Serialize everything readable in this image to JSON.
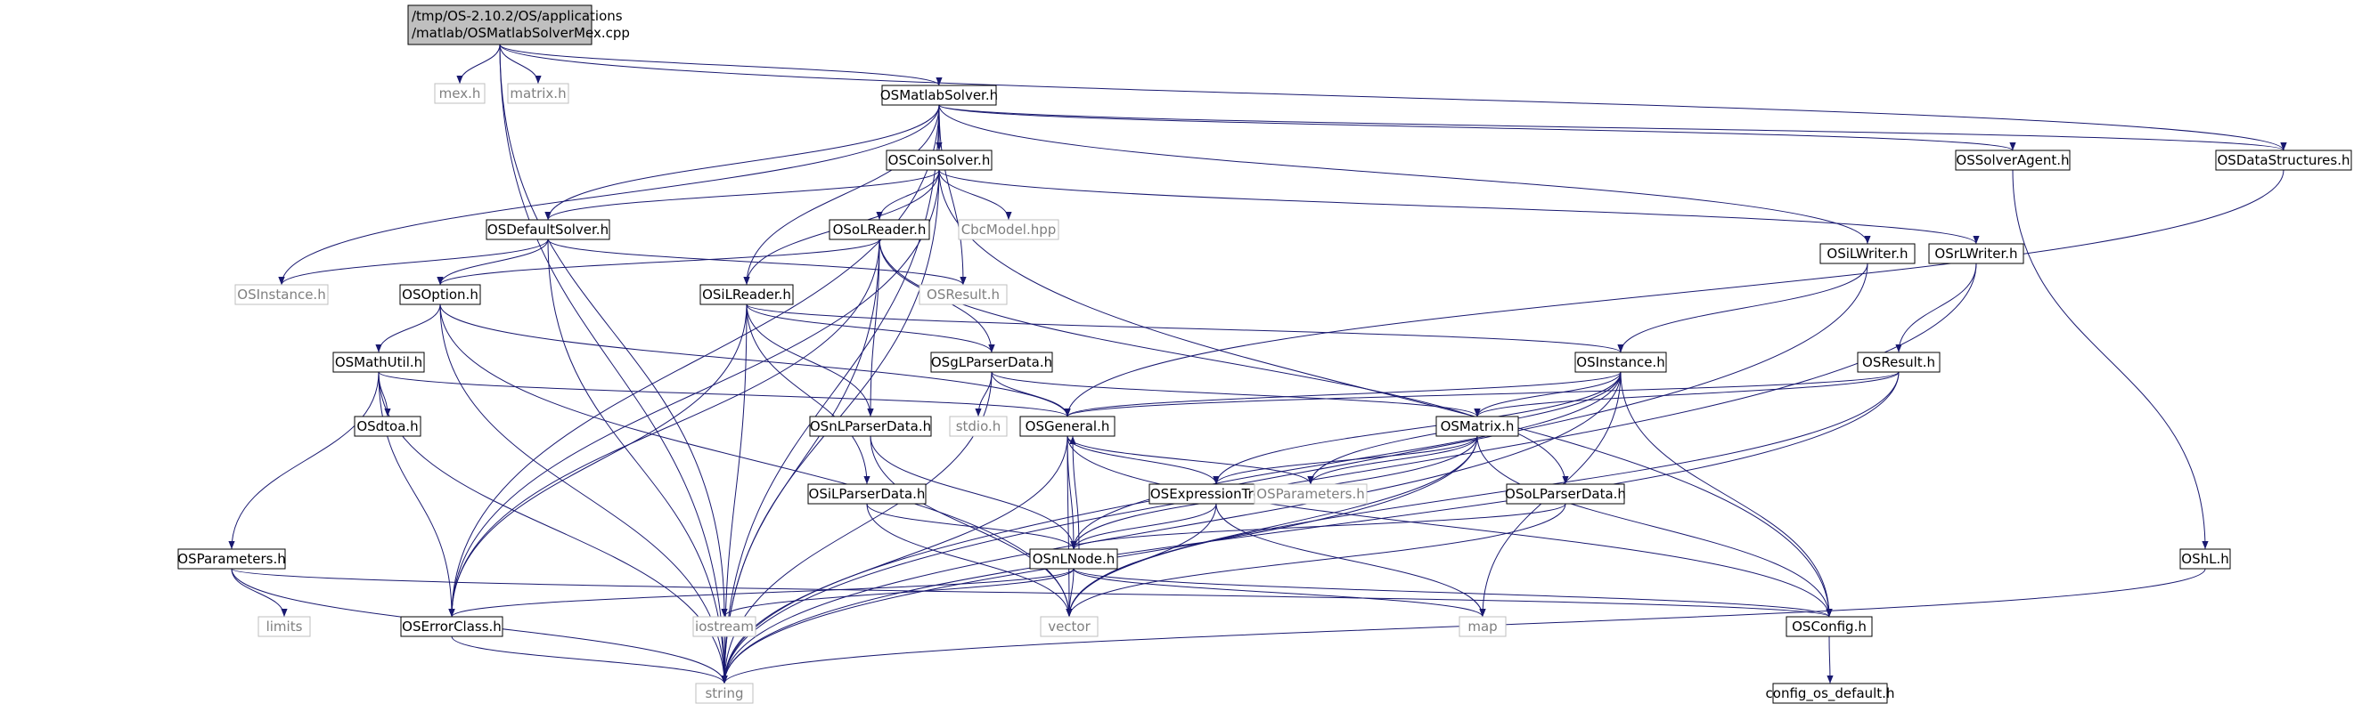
{
  "root_label": [
    "/tmp/OS-2.10.2/OS/applications",
    "/matlab/OSMatlabSolverMex.cpp"
  ],
  "colors": {
    "edge": "#191970",
    "node_border": "#000000",
    "system_header_border": "#bfbfbf",
    "system_header_text": "#7f7f7f",
    "root_fill": "#bfbfbf"
  },
  "nodes": [
    {
      "id": "root",
      "label": "/tmp/OS-2.10.2/OS/applications/matlab/OSMatlabSolverMex.cpp",
      "kind": "root"
    },
    {
      "id": "mex",
      "label": "mex.h",
      "kind": "system"
    },
    {
      "id": "matrix",
      "label": "matrix.h",
      "kind": "system"
    },
    {
      "id": "OSMatlabSolver",
      "label": "OSMatlabSolver.h",
      "kind": "header"
    },
    {
      "id": "OSDataStructures",
      "label": "OSDataStructures.h",
      "kind": "header"
    },
    {
      "id": "OSCoinSolver",
      "label": "OSCoinSolver.h",
      "kind": "header"
    },
    {
      "id": "OSSolverAgent",
      "label": "OSSolverAgent.h",
      "kind": "header"
    },
    {
      "id": "OSDefaultSolver",
      "label": "OSDefaultSolver.h",
      "kind": "header"
    },
    {
      "id": "OSoLReader",
      "label": "OSoLReader.h",
      "kind": "header"
    },
    {
      "id": "CbcModel",
      "label": "CbcModel.hpp",
      "kind": "system"
    },
    {
      "id": "OSInstance_s",
      "label": "OSInstance.h",
      "kind": "system"
    },
    {
      "id": "OSResult_s",
      "label": "OSResult.h",
      "kind": "system"
    },
    {
      "id": "OSOption",
      "label": "OSOption.h",
      "kind": "header"
    },
    {
      "id": "OSiLReader",
      "label": "OSiLReader.h",
      "kind": "header"
    },
    {
      "id": "OSiLWriter",
      "label": "OSiLWriter.h",
      "kind": "header"
    },
    {
      "id": "OSrLWriter",
      "label": "OSrLWriter.h",
      "kind": "header"
    },
    {
      "id": "OSMathUtil",
      "label": "OSMathUtil.h",
      "kind": "header"
    },
    {
      "id": "OSgLParserData",
      "label": "OSgLParserData.h",
      "kind": "header"
    },
    {
      "id": "OSInstance",
      "label": "OSInstance.h",
      "kind": "header"
    },
    {
      "id": "OSResult",
      "label": "OSResult.h",
      "kind": "header"
    },
    {
      "id": "OSdtoa",
      "label": "OSdtoa.h",
      "kind": "header"
    },
    {
      "id": "OSnLParserData",
      "label": "OSnLParserData.h",
      "kind": "header"
    },
    {
      "id": "stdio",
      "label": "stdio.h",
      "kind": "system"
    },
    {
      "id": "OSGeneral",
      "label": "OSGeneral.h",
      "kind": "header"
    },
    {
      "id": "OSMatrix",
      "label": "OSMatrix.h",
      "kind": "header"
    },
    {
      "id": "OSiLParserData",
      "label": "OSiLParserData.h",
      "kind": "header"
    },
    {
      "id": "OSExpressionTree",
      "label": "OSExpressionTree.h",
      "kind": "header"
    },
    {
      "id": "OSParameters_s",
      "label": "OSParameters.h",
      "kind": "system"
    },
    {
      "id": "OSoLParserData",
      "label": "OSoLParserData.h",
      "kind": "header"
    },
    {
      "id": "OSParameters",
      "label": "OSParameters.h",
      "kind": "header"
    },
    {
      "id": "OSnLNode",
      "label": "OSnLNode.h",
      "kind": "header"
    },
    {
      "id": "OShL",
      "label": "OShL.h",
      "kind": "header"
    },
    {
      "id": "limits",
      "label": "limits",
      "kind": "system"
    },
    {
      "id": "OSErrorClass",
      "label": "OSErrorClass.h",
      "kind": "header"
    },
    {
      "id": "iostream",
      "label": "iostream",
      "kind": "system"
    },
    {
      "id": "vector",
      "label": "vector",
      "kind": "system"
    },
    {
      "id": "map",
      "label": "map",
      "kind": "system"
    },
    {
      "id": "OSConfig",
      "label": "OSConfig.h",
      "kind": "header"
    },
    {
      "id": "string",
      "label": "string",
      "kind": "system"
    },
    {
      "id": "config_os_default",
      "label": "config_os_default.h",
      "kind": "header"
    }
  ],
  "edges": [
    [
      "root",
      "mex"
    ],
    [
      "root",
      "matrix"
    ],
    [
      "root",
      "OSMatlabSolver"
    ],
    [
      "root",
      "OSDataStructures"
    ],
    [
      "root",
      "iostream"
    ],
    [
      "root",
      "string"
    ],
    [
      "OSMatlabSolver",
      "OSCoinSolver"
    ],
    [
      "OSMatlabSolver",
      "OSSolverAgent"
    ],
    [
      "OSMatlabSolver",
      "OSDataStructures"
    ],
    [
      "OSMatlabSolver",
      "OSDefaultSolver"
    ],
    [
      "OSMatlabSolver",
      "OSInstance_s"
    ],
    [
      "OSMatlabSolver",
      "OSResult_s"
    ],
    [
      "OSMatlabSolver",
      "OSiLReader"
    ],
    [
      "OSMatlabSolver",
      "OSiLWriter"
    ],
    [
      "OSMatlabSolver",
      "OSErrorClass"
    ],
    [
      "OSMatlabSolver",
      "string"
    ],
    [
      "OSCoinSolver",
      "OSDefaultSolver"
    ],
    [
      "OSCoinSolver",
      "OSoLReader"
    ],
    [
      "OSCoinSolver",
      "CbcModel"
    ],
    [
      "OSCoinSolver",
      "OSiLReader"
    ],
    [
      "OSCoinSolver",
      "OSrLWriter"
    ],
    [
      "OSCoinSolver",
      "OSConfig"
    ],
    [
      "OSCoinSolver",
      "OSErrorClass"
    ],
    [
      "OSCoinSolver",
      "string"
    ],
    [
      "OSSolverAgent",
      "OShL"
    ],
    [
      "OSDataStructures",
      "OSGeneral"
    ],
    [
      "OSDefaultSolver",
      "OSInstance_s"
    ],
    [
      "OSDefaultSolver",
      "OSResult_s"
    ],
    [
      "OSDefaultSolver",
      "OSOption"
    ],
    [
      "OSDefaultSolver",
      "string"
    ],
    [
      "OSoLReader",
      "OSOption"
    ],
    [
      "OSoLReader",
      "OSgLParserData"
    ],
    [
      "OSoLReader",
      "OSnLParserData"
    ],
    [
      "OSoLReader",
      "OSoLParserData"
    ],
    [
      "OSoLReader",
      "OSErrorClass"
    ],
    [
      "OSoLReader",
      "string"
    ],
    [
      "OSOption",
      "OSMathUtil"
    ],
    [
      "OSOption",
      "OSGeneral"
    ],
    [
      "OSOption",
      "vector"
    ],
    [
      "OSOption",
      "string"
    ],
    [
      "OSiLReader",
      "OSInstance"
    ],
    [
      "OSiLReader",
      "OSgLParserData"
    ],
    [
      "OSiLReader",
      "OSnLParserData"
    ],
    [
      "OSiLReader",
      "OSiLParserData"
    ],
    [
      "OSiLReader",
      "OSErrorClass"
    ],
    [
      "OSiLReader",
      "string"
    ],
    [
      "OSiLWriter",
      "OSInstance"
    ],
    [
      "OSiLWriter",
      "string"
    ],
    [
      "OSrLWriter",
      "OSResult"
    ],
    [
      "OSrLWriter",
      "string"
    ],
    [
      "OSMathUtil",
      "OSdtoa"
    ],
    [
      "OSMathUtil",
      "OSGeneral"
    ],
    [
      "OSMathUtil",
      "OSParameters"
    ],
    [
      "OSMathUtil",
      "OSErrorClass"
    ],
    [
      "OSMathUtil",
      "string"
    ],
    [
      "OSgLParserData",
      "stdio"
    ],
    [
      "OSgLParserData",
      "OSGeneral"
    ],
    [
      "OSgLParserData",
      "OSMatrix"
    ],
    [
      "OSgLParserData",
      "string"
    ],
    [
      "OSInstance",
      "OSGeneral"
    ],
    [
      "OSInstance",
      "OSMatrix"
    ],
    [
      "OSInstance",
      "OSExpressionTree"
    ],
    [
      "OSInstance",
      "OSnLNode"
    ],
    [
      "OSInstance",
      "OSParameters_s"
    ],
    [
      "OSInstance",
      "map"
    ],
    [
      "OSInstance",
      "OSConfig"
    ],
    [
      "OSInstance",
      "string"
    ],
    [
      "OSResult",
      "OSGeneral"
    ],
    [
      "OSResult",
      "OSMatrix"
    ],
    [
      "OSResult",
      "vector"
    ],
    [
      "OSResult",
      "string"
    ],
    [
      "OSnLParserData",
      "OSnLNode"
    ],
    [
      "OSnLParserData",
      "vector"
    ],
    [
      "OSGeneral",
      "OSnLNode"
    ],
    [
      "OSGeneral",
      "OSExpressionTree"
    ],
    [
      "OSGeneral",
      "OSParameters_s"
    ],
    [
      "OSGeneral",
      "OSConfig"
    ],
    [
      "OSGeneral",
      "vector"
    ],
    [
      "OSGeneral",
      "string"
    ],
    [
      "OSMatrix",
      "OSExpressionTree"
    ],
    [
      "OSMatrix",
      "OSParameters_s"
    ],
    [
      "OSMatrix",
      "OSnLNode"
    ],
    [
      "OSMatrix",
      "vector"
    ],
    [
      "OSMatrix",
      "OSConfig"
    ],
    [
      "OSMatrix",
      "string"
    ],
    [
      "OSiLParserData",
      "OSnLNode"
    ],
    [
      "OSiLParserData",
      "vector"
    ],
    [
      "OSExpressionTree",
      "OSnLNode"
    ],
    [
      "OSExpressionTree",
      "vector"
    ],
    [
      "OSExpressionTree",
      "map"
    ],
    [
      "OSoLParserData",
      "OSnLNode"
    ],
    [
      "OSoLParserData",
      "vector"
    ],
    [
      "OSParameters",
      "limits"
    ],
    [
      "OSParameters",
      "OSConfig"
    ],
    [
      "OSParameters",
      "string"
    ],
    [
      "OSnLNode",
      "OSGeneral"
    ],
    [
      "OSnLNode",
      "OSErrorClass"
    ],
    [
      "OSnLNode",
      "iostream"
    ],
    [
      "OSnLNode",
      "vector"
    ],
    [
      "OSnLNode",
      "map"
    ],
    [
      "OSnLNode",
      "OSConfig"
    ],
    [
      "OShL",
      "string"
    ],
    [
      "OSErrorClass",
      "string"
    ],
    [
      "OSConfig",
      "config_os_default"
    ]
  ]
}
